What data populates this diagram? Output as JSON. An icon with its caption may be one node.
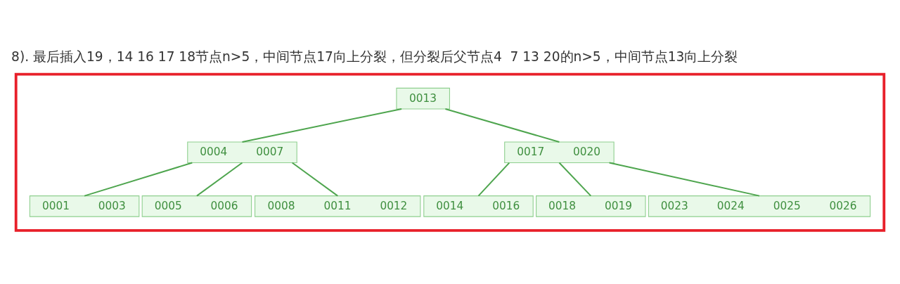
{
  "diagram": {
    "title": "8). 最后插入19，14 16 17 18节点n>5，中间节点17向上分裂，但分裂后父节点4  7 13 20的n>5，中间节点13向上分裂",
    "nodes": [
      {
        "text": [],
        "shape": "box"
      },
      {
        "text": [
          "0013"
        ],
        "in": 0
      },
      {
        "text": [
          "0004",
          "0007"
        ],
        "in": 0
      },
      {
        "text": [
          "0017",
          "0020"
        ],
        "in": 0
      },
      {
        "text": [
          "0001",
          "0003"
        ],
        "in": 0
      },
      {
        "text": [
          "0005",
          "0006"
        ],
        "in": 0
      },
      {
        "text": [
          "0008",
          "0011",
          "0012"
        ],
        "in": 0
      },
      {
        "text": [
          "0014",
          "0016"
        ],
        "in": 0
      },
      {
        "text": [
          "0018",
          "0019"
        ],
        "in": 0
      },
      {
        "text": [
          "0023",
          "0024",
          "0025",
          "0026"
        ],
        "in": 0
      }
    ],
    "edges": [
      {
        "from": 1,
        "to": 2,
        "arrow": "none"
      },
      {
        "from": 1,
        "to": 3,
        "arrow": "none"
      },
      {
        "from": 2,
        "to": 4,
        "arrow": "none"
      },
      {
        "from": 2,
        "to": 5,
        "arrow": "none"
      },
      {
        "from": 2,
        "to": 6,
        "arrow": "none"
      },
      {
        "from": 3,
        "to": 7,
        "arrow": "none"
      },
      {
        "from": 3,
        "to": 8,
        "arrow": "none"
      },
      {
        "from": 3,
        "to": 9,
        "arrow": "none"
      }
    ]
  }
}
